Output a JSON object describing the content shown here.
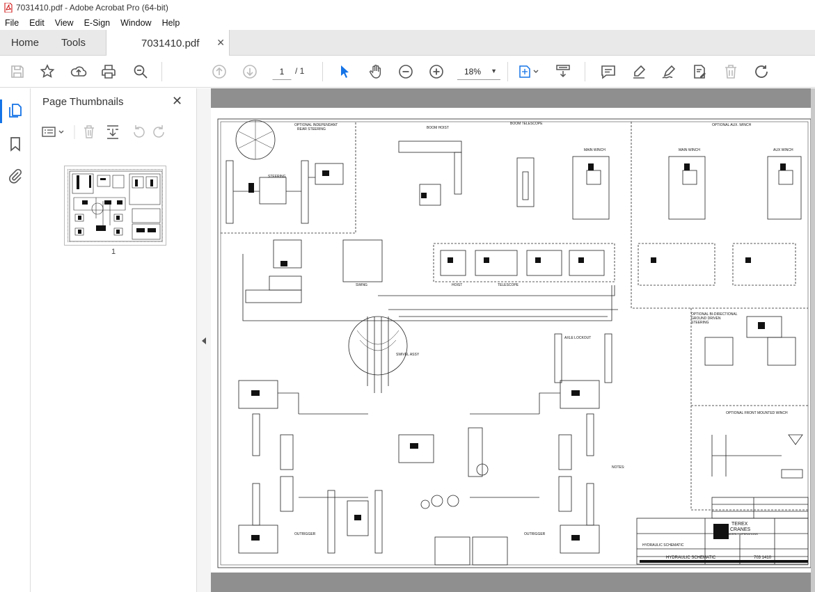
{
  "window": {
    "title": "7031410.pdf - Adobe Acrobat Pro (64-bit)"
  },
  "menu": [
    "File",
    "Edit",
    "View",
    "E-Sign",
    "Window",
    "Help"
  ],
  "tabs": {
    "home": "Home",
    "tools": "Tools",
    "document": "7031410.pdf"
  },
  "toolbar": {
    "page_current": "1",
    "page_total": "/  1",
    "zoom": "18%"
  },
  "panel": {
    "title": "Page Thumbnails",
    "thumb_page": "1"
  },
  "drawing": {
    "labels": {
      "rear_steer": "OPTIONAL INDEPENDANT\nREAR STEERING",
      "aux_winch": "OPTIONAL AUX. WINCH",
      "ground_steer": "OPTIONAL BI-DIRECTIONAL\nGROUND DRIVEN\nSTEERING",
      "front_winch": "OPTIONAL FRONT MOUNTED WINCH",
      "swivel": "SWIVEL ASSY",
      "boom_hoist": "BOOM HOIST",
      "boom_telescope": "BOOM TELESCOPE",
      "main_winch": "MAIN WINCH",
      "aux_winch_small": "AUX WINCH",
      "steering": "STEERING",
      "swing": "SWING",
      "hoist": "HOIST",
      "telescope": "TELESCOPE",
      "outrigger": "OUTRIGGER",
      "axle_lockout": "AXLE LOCKOUT",
      "notes": "NOTES:",
      "company1": "TEREX",
      "company2": "CRANES",
      "company3": "WAVERLY OPERATIONS",
      "doc_title": "HYDRAULIC SCHEMATIC",
      "doc_number": "703 1410"
    }
  },
  "colors": {
    "accent": "#1473e6",
    "doc_bg": "#8f8f8f"
  }
}
